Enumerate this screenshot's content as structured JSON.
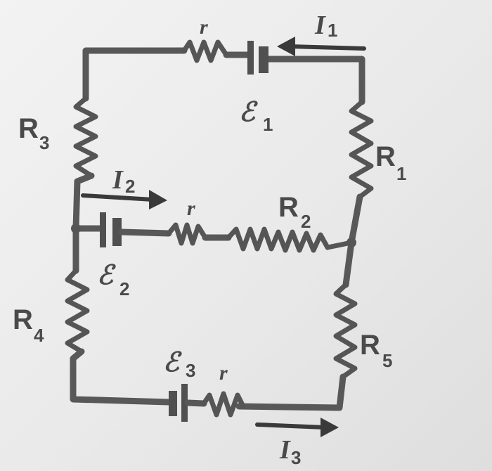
{
  "labels": {
    "r_top": "r",
    "emf1": "ℰ",
    "emf1_sub": "1",
    "i1": "I",
    "i1_sub": "1",
    "r1": "R",
    "r1_sub": "1",
    "r3": "R",
    "r3_sub": "3",
    "i2": "I",
    "i2_sub": "2",
    "r_mid": "r",
    "r2": "R",
    "r2_sub": "2",
    "emf2": "ℰ",
    "emf2_sub": "2",
    "r4": "R",
    "r4_sub": "4",
    "r5": "R",
    "r5_sub": "5",
    "emf3": "ℰ",
    "emf3_sub": "3",
    "r_bot": "r",
    "i3": "I",
    "i3_sub": "3"
  },
  "colors": {
    "wire": "#585858",
    "ink": "#4a4a4a",
    "background": "#ececec"
  }
}
